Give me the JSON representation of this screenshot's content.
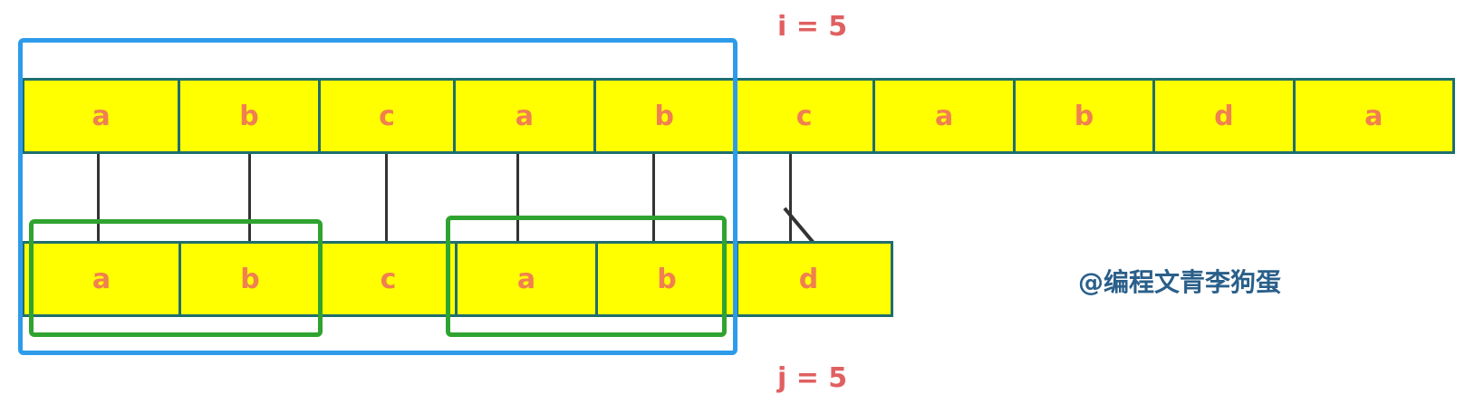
{
  "pointers": {
    "i_label": "i = 5",
    "j_label": "j = 5"
  },
  "text_string": [
    "a",
    "b",
    "c",
    "a",
    "b",
    "c",
    "a",
    "b",
    "d",
    "a"
  ],
  "pattern_string": [
    "a",
    "b",
    "c",
    "a",
    "b",
    "d"
  ],
  "watermark": "@编程文青李狗蛋",
  "colors": {
    "cell_fill": "#ffff00",
    "cell_border": "#1f6e6e",
    "cell_text": "#f08050",
    "window_box": "#2e9bea",
    "prefix_suffix_box": "#2fa32f",
    "pointer_text": "#e06060",
    "watermark_text": "#2a5f8a"
  }
}
